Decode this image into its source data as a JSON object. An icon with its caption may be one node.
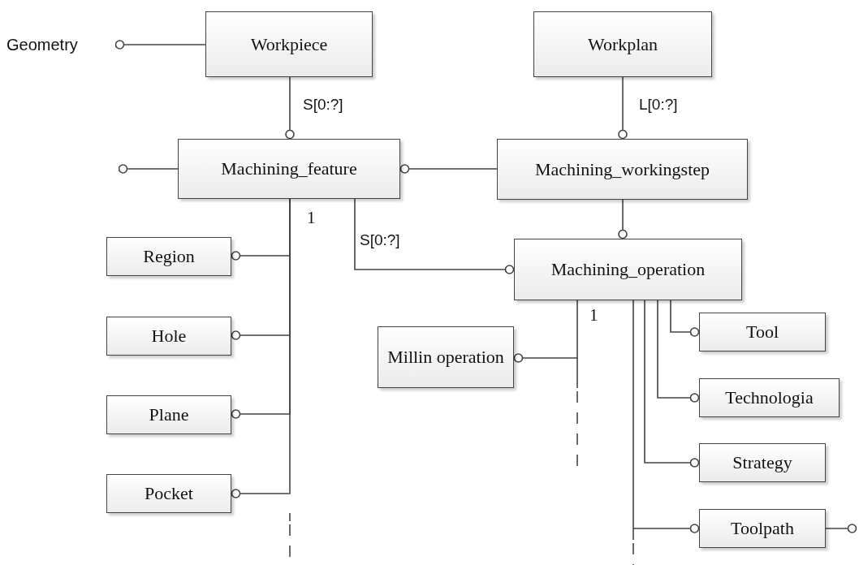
{
  "diagram": {
    "nodes": [
      {
        "text": [
          "Geometry"
        ]
      },
      {
        "text": [
          "Workpiece"
        ]
      },
      {
        "text": [
          "Workplan"
        ]
      },
      {
        "text": [
          "Machining_feature"
        ]
      },
      {
        "text": [
          "Machining_workingstep"
        ]
      },
      {
        "text": [
          "Region"
        ]
      },
      {
        "text": [
          "Hole"
        ]
      },
      {
        "text": [
          "Plane"
        ]
      },
      {
        "text": [
          "Pocket"
        ]
      },
      {
        "text": [
          "Machining_operation"
        ]
      },
      {
        "text": [
          "Millin operation"
        ]
      },
      {
        "text": [
          "Tool"
        ]
      },
      {
        "text": [
          "Technologia"
        ]
      },
      {
        "text": [
          "Strategy"
        ]
      },
      {
        "text": [
          "Toolpath"
        ]
      }
    ],
    "edges": [
      {
        "from": 1,
        "to": 0,
        "arrow": "other"
      },
      {
        "from": 1,
        "to": 3,
        "arrow": "other",
        "label": "S[0:?]"
      },
      {
        "from": 2,
        "to": 4,
        "arrow": "other",
        "label": "L[0:?]"
      },
      {
        "from": 3,
        "to": null,
        "arrow": "other"
      },
      {
        "from": 4,
        "to": 3,
        "arrow": "other"
      },
      {
        "from": 3,
        "to": 9,
        "arrow": "other",
        "label": "S[0:?]"
      },
      {
        "from": 4,
        "to": 9,
        "arrow": "other"
      },
      {
        "from": 3,
        "to": 5,
        "arrow": "other"
      },
      {
        "from": 3,
        "to": 6,
        "arrow": "other"
      },
      {
        "from": 3,
        "to": 7,
        "arrow": "other"
      },
      {
        "from": 3,
        "to": 8,
        "arrow": "other"
      },
      {
        "from": 9,
        "to": 10,
        "arrow": "other"
      },
      {
        "from": 9,
        "to": 11,
        "arrow": "other"
      },
      {
        "from": 9,
        "to": 12,
        "arrow": "other"
      },
      {
        "from": 9,
        "to": 13,
        "arrow": "other"
      },
      {
        "from": 9,
        "to": 14,
        "arrow": "other"
      },
      {
        "from": 14,
        "to": null,
        "arrow": "other"
      }
    ],
    "labels": [
      "1",
      "1"
    ]
  }
}
